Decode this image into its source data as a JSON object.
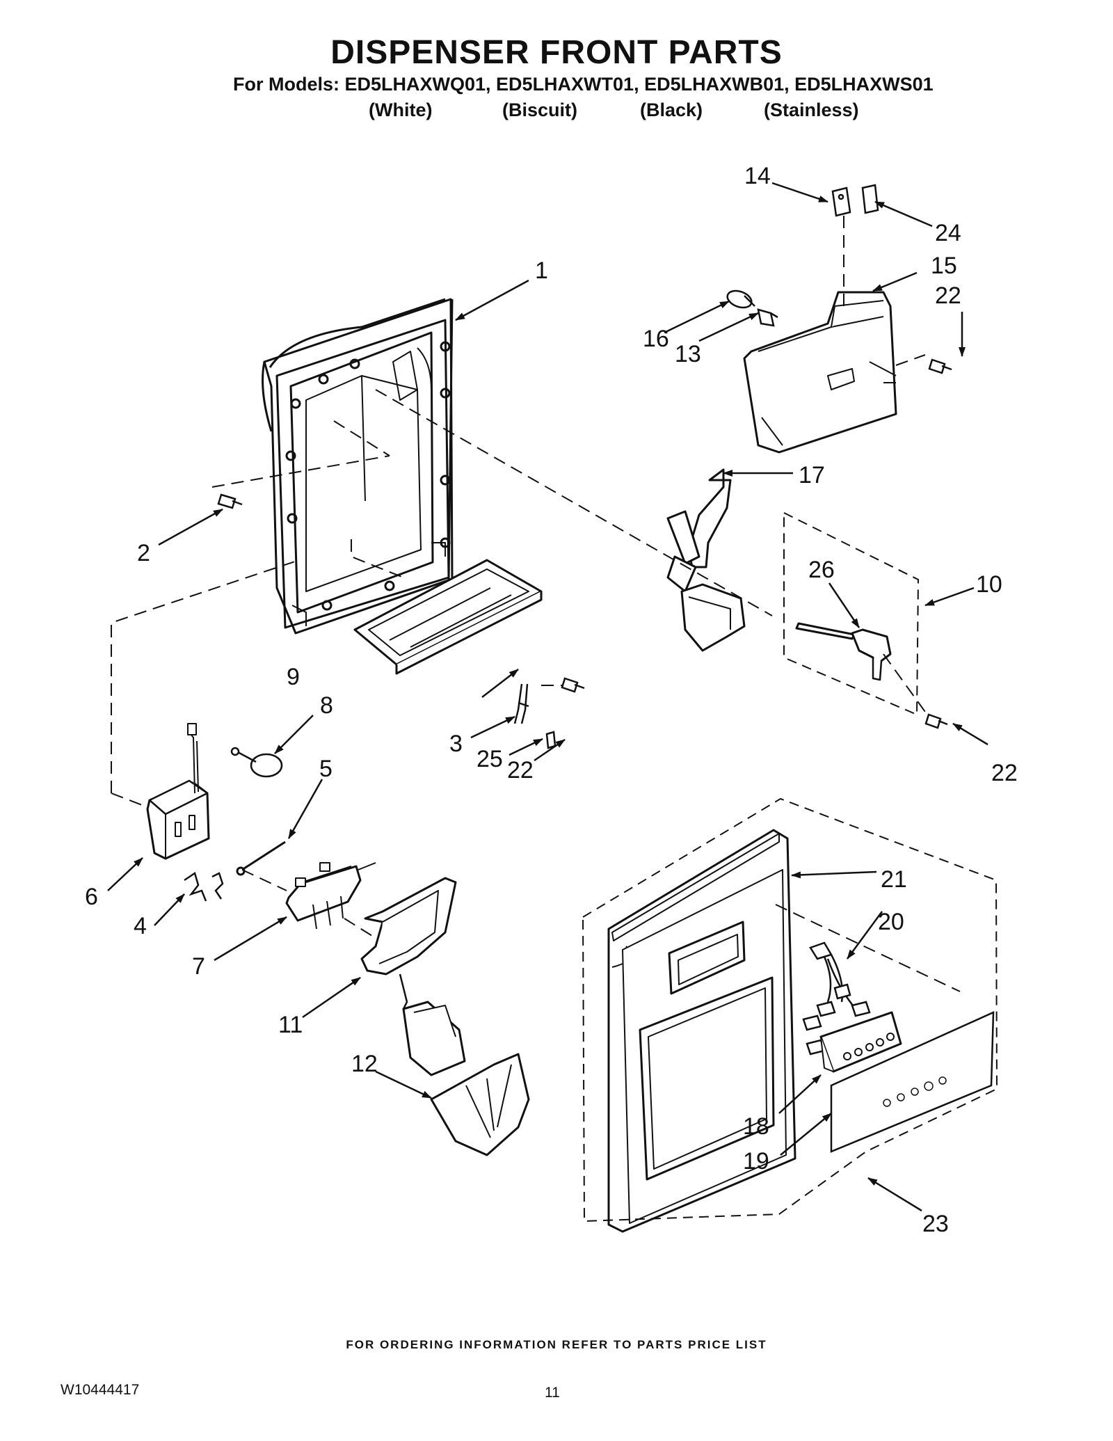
{
  "title": "DISPENSER FRONT PARTS",
  "models_line": "For Models: ED5LHAXWQ01, ED5LHAXWT01, ED5LHAXWB01, ED5LHAXWS01",
  "variants": [
    "(White)",
    "(Biscuit)",
    "(Black)",
    "(Stainless)"
  ],
  "callouts": {
    "c1": "1",
    "c2": "2",
    "c3": "3",
    "c4": "4",
    "c5": "5",
    "c6": "6",
    "c7": "7",
    "c8": "8",
    "c9": "9",
    "c10": "10",
    "c11": "11",
    "c12": "12",
    "c13": "13",
    "c14": "14",
    "c15": "15",
    "c16": "16",
    "c17": "17",
    "c18": "18",
    "c19": "19",
    "c20": "20",
    "c21": "21",
    "c22a": "22",
    "c22b": "22",
    "c22c": "22",
    "c23": "23",
    "c24": "24",
    "c25": "25",
    "c26": "26"
  },
  "footer_note": "FOR ORDERING INFORMATION REFER TO PARTS PRICE LIST",
  "document_number": "W10444417",
  "page_number": "11"
}
